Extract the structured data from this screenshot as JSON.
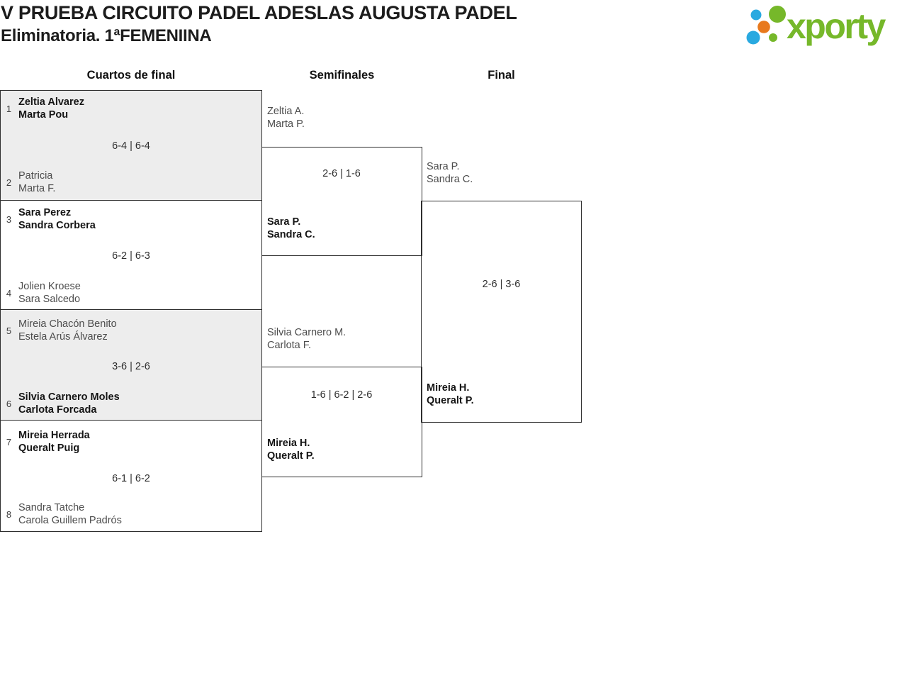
{
  "header": {
    "title_line1": "V PRUEBA CIRCUITO PADEL ADESLAS AUGUSTA PADEL",
    "title_line2": "Eliminatoria. 1ªFEMENIINA"
  },
  "logo": {
    "brand": "xporty",
    "colors": {
      "green": "#76b82a",
      "blue": "#29a9e0",
      "orange": "#e8791d"
    }
  },
  "columns": {
    "quarterfinals": "Cuartos de final",
    "semifinals": "Semifinales",
    "final": "Final"
  },
  "bracket": {
    "quarterfinals": [
      {
        "seed_top": "1",
        "team_top": [
          "Zeltia Alvarez",
          "Marta Pou"
        ],
        "top_winner": true,
        "score": "6-4 | 6-4",
        "seed_bottom": "2",
        "team_bottom": [
          "Patricia",
          "Marta F."
        ],
        "bottom_winner": false
      },
      {
        "seed_top": "3",
        "team_top": [
          "Sara Perez",
          "Sandra Corbera"
        ],
        "top_winner": true,
        "score": "6-2 | 6-3",
        "seed_bottom": "4",
        "team_bottom": [
          "Jolien Kroese",
          "Sara Salcedo"
        ],
        "bottom_winner": false
      },
      {
        "seed_top": "5",
        "team_top": [
          "Mireia Chacón Benito",
          "Estela Arús Álvarez"
        ],
        "top_winner": false,
        "score": "3-6 | 2-6",
        "seed_bottom": "6",
        "team_bottom": [
          "Silvia Carnero Moles",
          "Carlota Forcada"
        ],
        "bottom_winner": true
      },
      {
        "seed_top": "7",
        "team_top": [
          "Mireia Herrada",
          "Queralt Puig"
        ],
        "top_winner": true,
        "score": "6-1 | 6-2",
        "seed_bottom": "8",
        "team_bottom": [
          "Sandra Tatche",
          "Carola Guillem Padrós"
        ],
        "bottom_winner": false
      }
    ],
    "semifinals": [
      {
        "team_top": [
          "Zeltia A.",
          "Marta P."
        ],
        "top_winner": false,
        "score": "2-6 | 1-6",
        "team_bottom": [
          "Sara P.",
          "Sandra C."
        ],
        "bottom_winner": true
      },
      {
        "team_top": [
          "Silvia Carnero M.",
          "Carlota F."
        ],
        "top_winner": false,
        "score": "1-6 | 6-2 | 2-6",
        "team_bottom": [
          "Mireia H.",
          "Queralt P."
        ],
        "bottom_winner": true
      }
    ],
    "final": {
      "team_top": [
        "Sara P.",
        "Sandra C."
      ],
      "top_winner": false,
      "score": "2-6 | 3-6",
      "team_bottom": [
        "Mireia H.",
        "Queralt P."
      ],
      "bottom_winner": true
    }
  }
}
